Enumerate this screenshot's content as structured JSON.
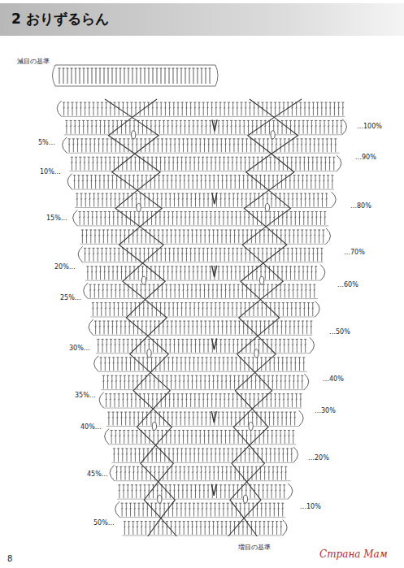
{
  "diagram": {
    "title": "2 おりずるらん",
    "labels": [
      "減目の基準",
      "5%…",
      "10%…",
      "15%…",
      "20%…",
      "25%…",
      "30%…",
      "35%…",
      "40%…",
      "45%…",
      "50%…",
      "…100%",
      "…90%",
      "…80%",
      "…70%",
      "…60%",
      "…50%",
      "…40%",
      "…30%",
      "…20%",
      "…10%",
      "増目の基準",
      "8",
      "Страна Мам"
    ]
  }
}
